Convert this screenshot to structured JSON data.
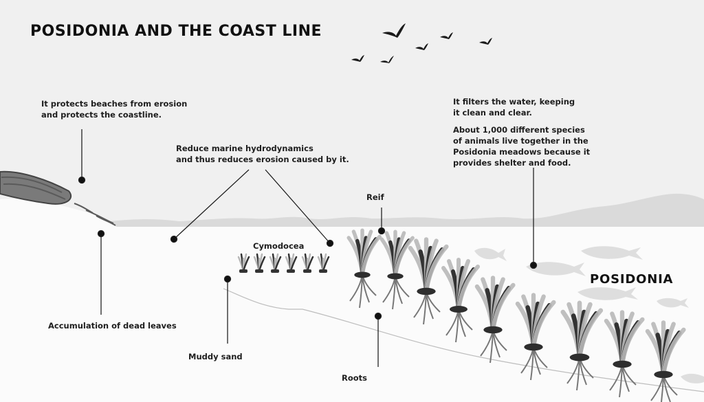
{
  "title": "POSIDONIA AND THE COAST LINE",
  "callouts": {
    "protects_beaches": [
      "It protects beaches from erosion",
      "and protects the coastline."
    ],
    "reduce_hydrodynamics": [
      "Reduce marine hydrodynamics",
      "and thus reduces erosion caused by it."
    ],
    "filters_water": [
      "It filters the water, keeping",
      "it clean and clear."
    ],
    "species": [
      "About 1,000 different species",
      "of animals live together in the",
      "Posidonia meadows because it",
      "provides shelter and food."
    ],
    "reif": "Reif",
    "cymodocea": "Cymodocea",
    "posidonia": "POSIDONIA",
    "dead_leaves": "Accumulation of dead leaves",
    "muddy_sand": "Muddy sand",
    "roots": "Roots"
  },
  "colors": {
    "sky": "#f0f0f0",
    "sea": "#fbfbfb",
    "hills": "#d9d9d9",
    "dark_leaf": "#333333",
    "light_leaf": "#b8b8b8",
    "fish": "#dcdcdc",
    "text": "#1e1e1e"
  },
  "icons": {
    "birds": "bird-icon",
    "fish": "fish-icon",
    "plants": "seagrass-icon"
  }
}
